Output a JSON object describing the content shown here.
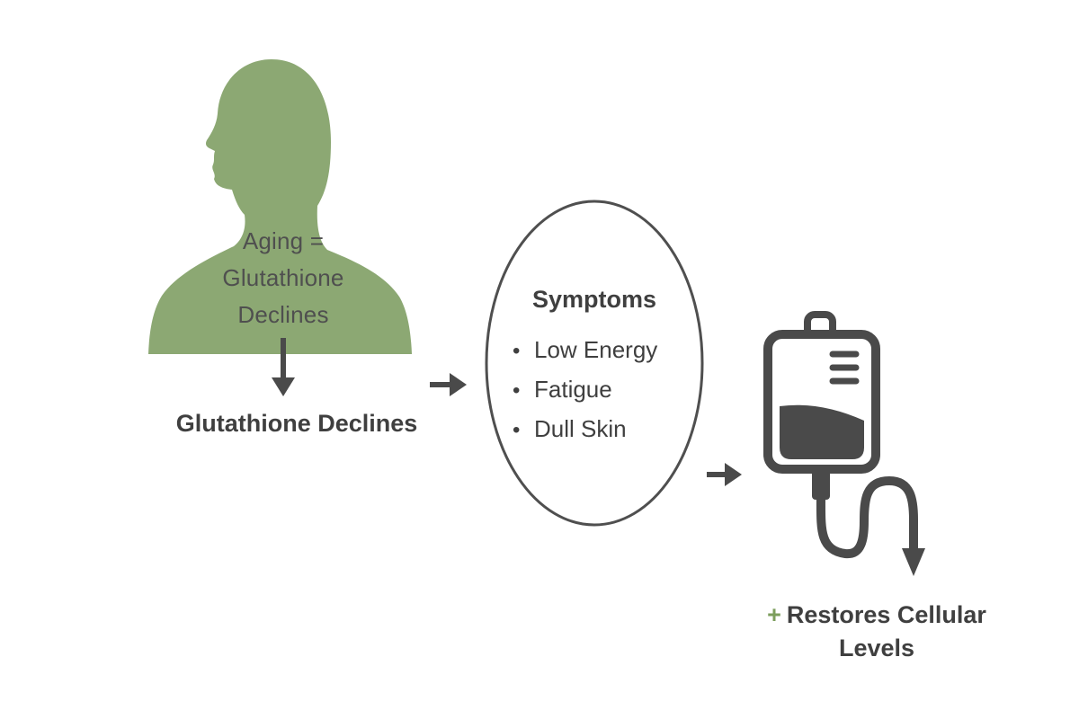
{
  "colors": {
    "green": "#8CA873",
    "dark": "#4A4A4A",
    "text_dark": "#3F3F3F",
    "background": "#FFFFFF"
  },
  "figure": {
    "person_label_lines": [
      "Aging =",
      "Glutathione",
      "Declines"
    ],
    "step1_label": "Glutathione Declines"
  },
  "symptoms": {
    "title": "Symptoms",
    "bullet": "•",
    "items": [
      "Low Energy",
      "Fatigue",
      "Dull Skin"
    ]
  },
  "restores": {
    "plus": "+",
    "line1": "Restores Cellular",
    "line2": "Levels"
  }
}
